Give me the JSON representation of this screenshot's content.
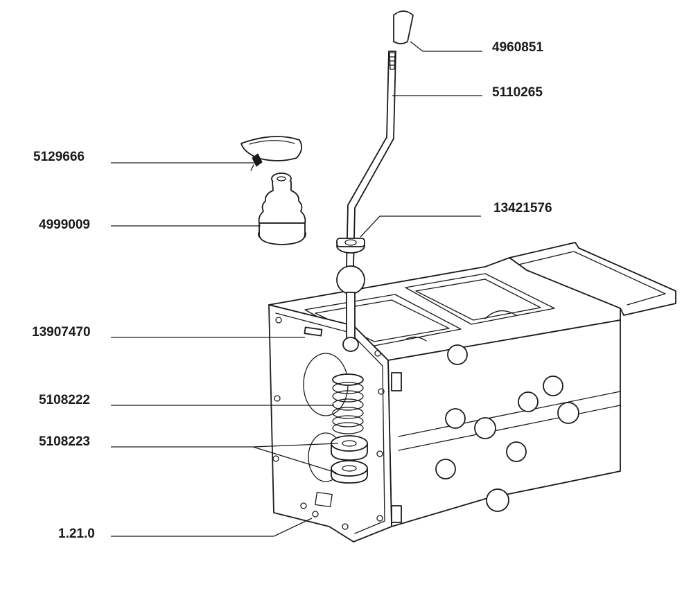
{
  "labels": {
    "p4960851": "4960851",
    "p5110265": "5110265",
    "p5129666": "5129666",
    "p13421576": "13421576",
    "p4999009": "4999009",
    "p13907470": "13907470",
    "p5108222": "5108222",
    "p5108223": "5108223",
    "p1_21_0": "1.21.0"
  }
}
